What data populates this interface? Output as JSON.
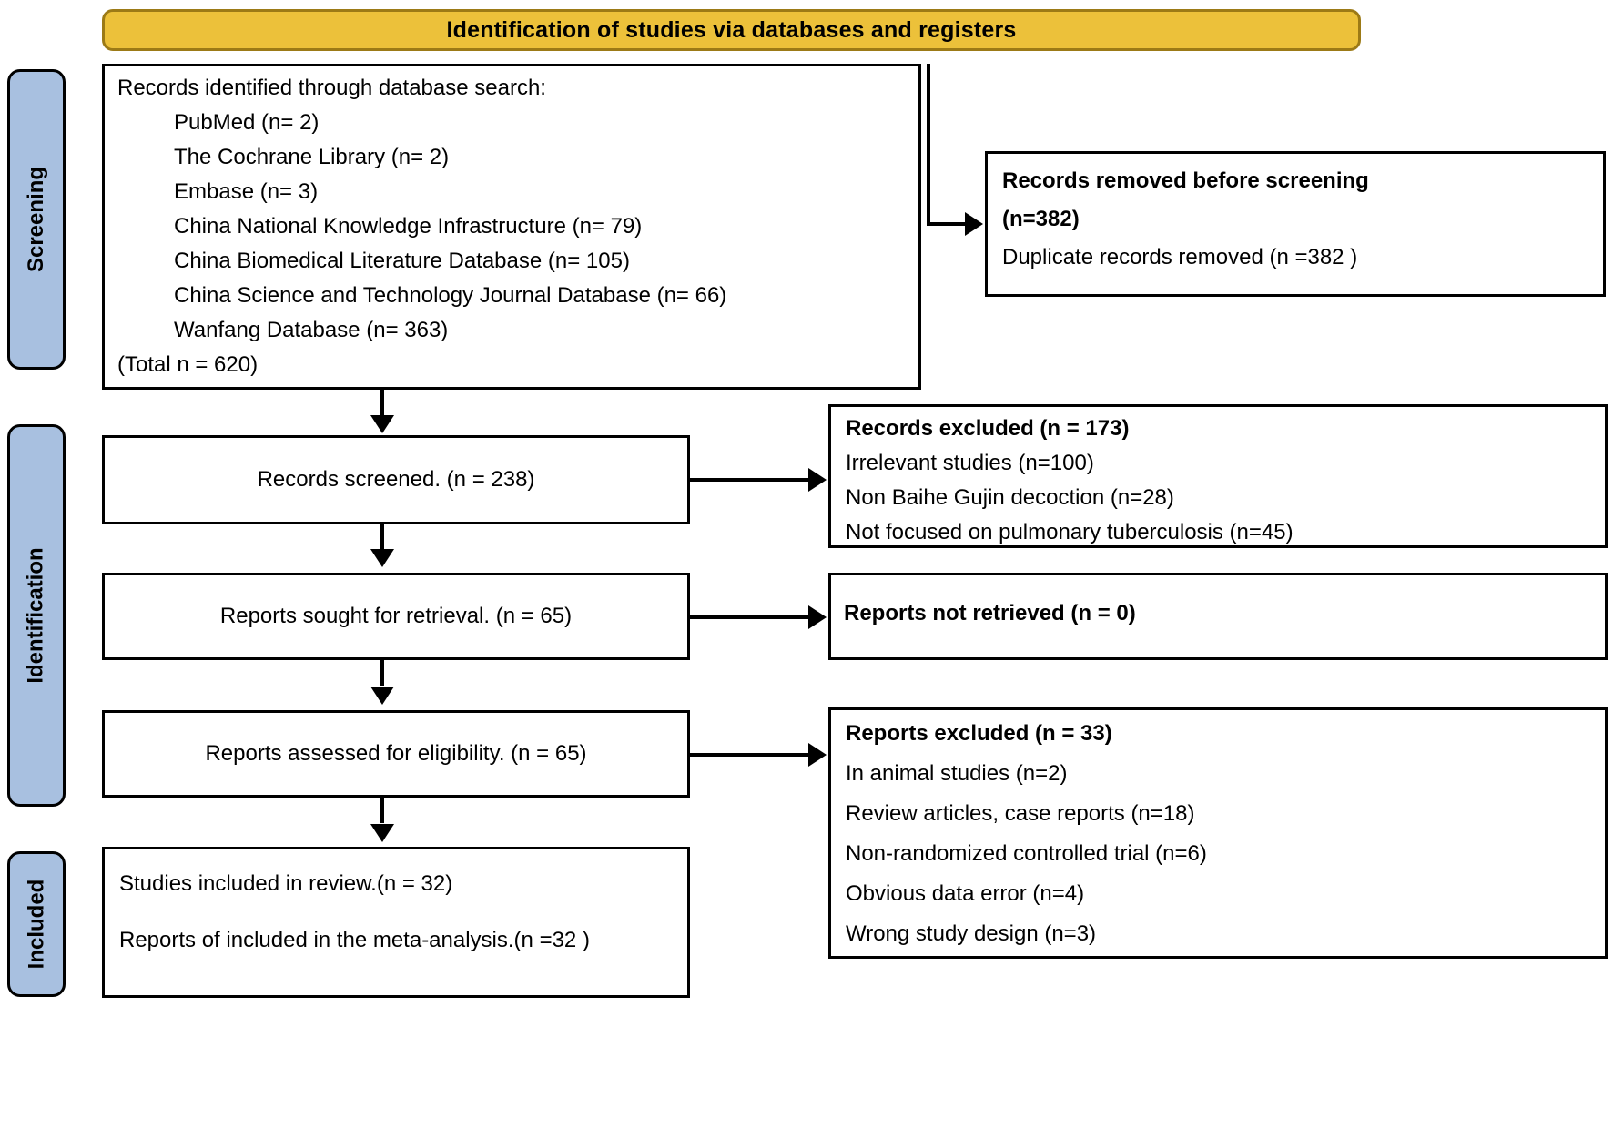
{
  "banner": {
    "title": "Identification of studies via databases and registers"
  },
  "phases": {
    "screening": "Screening",
    "identification": "Identification",
    "included": "Included"
  },
  "boxes": {
    "identified": {
      "heading": "Records identified through database search:",
      "sources": [
        "PubMed (n= 2)",
        "The Cochrane Library (n= 2)",
        "Embase (n= 3)",
        "China National Knowledge Infrastructure (n= 79)",
        "China Biomedical Literature Database (n= 105)",
        "China Science and Technology Journal Database (n= 66)",
        "Wanfang Database (n= 363)"
      ],
      "total": "(Total n = 620)"
    },
    "removed_before_screening": {
      "heading_line1": "Records removed before screening",
      "heading_line2": "(n=382)",
      "detail": "Duplicate records removed  (n =382 )"
    },
    "records_screened": {
      "label": "Records screened. (n = 238)"
    },
    "records_excluded": {
      "heading": "Records excluded (n = 173)",
      "reasons": [
        "Irrelevant studies (n=100)",
        "Non Baihe Gujin decoction (n=28)",
        "Not focused on pulmonary tuberculosis (n=45)"
      ]
    },
    "reports_sought": {
      "label": "Reports sought for retrieval. (n = 65)"
    },
    "reports_not_retrieved": {
      "label": "Reports not retrieved (n = 0)"
    },
    "reports_assessed": {
      "label": "Reports assessed for eligibility. (n = 65)"
    },
    "reports_excluded": {
      "heading": "Reports excluded (n = 33)",
      "reasons": [
        "In animal studies (n=2)",
        "Review articles, case reports (n=18)",
        "Non-randomized controlled trial (n=6)",
        "Obvious data error (n=4)",
        "Wrong study design (n=3)"
      ]
    },
    "included": {
      "line1": "Studies included in review.(n = 32)",
      "line2": "Reports of included in the meta-analysis.(n =32 )"
    }
  },
  "colors": {
    "banner_fill": "#ecc13a",
    "banner_border": "#9c7a16",
    "phase_fill": "#a8c0e0",
    "box_border": "#000000",
    "box_fill": "#ffffff"
  }
}
